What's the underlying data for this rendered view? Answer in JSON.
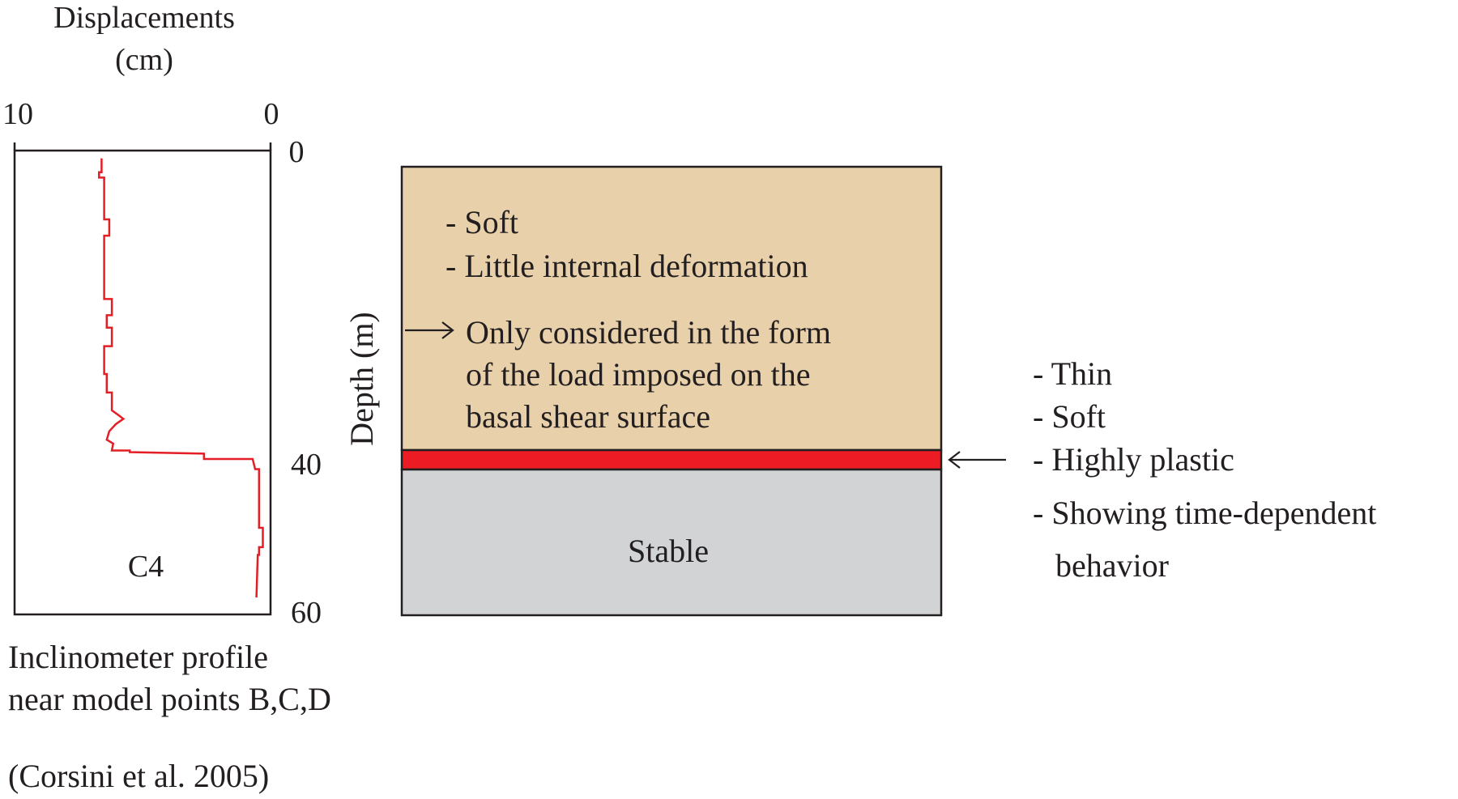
{
  "inclinometer": {
    "axis_title_line1": "Displacements",
    "axis_title_line2": "(cm)",
    "x_tick_left": "10",
    "x_tick_right": "0",
    "y_tick_0": "0",
    "y_tick_40": "40",
    "y_tick_60": "60",
    "y_axis_label": "Depth (m)",
    "borehole_label": "C4",
    "caption_line1": "Inclinometer profile",
    "caption_line2": "near model points B,C,D",
    "source": "(Corsini et al. 2005)",
    "line_color": "#e31e24"
  },
  "chart_data": {
    "type": "line",
    "title": "",
    "xlabel": "Displacements (cm)",
    "ylabel": "Depth (m)",
    "xlim": [
      10,
      0
    ],
    "ylim": [
      0,
      60
    ],
    "series": [
      {
        "name": "C4",
        "points": [
          [
            6.6,
            1.0
          ],
          [
            6.6,
            2.8
          ],
          [
            6.7,
            2.8
          ],
          [
            6.7,
            3.5
          ],
          [
            6.5,
            3.5
          ],
          [
            6.5,
            8.9
          ],
          [
            6.3,
            8.9
          ],
          [
            6.3,
            11.0
          ],
          [
            6.5,
            11.0
          ],
          [
            6.5,
            19.2
          ],
          [
            6.2,
            19.2
          ],
          [
            6.2,
            21.3
          ],
          [
            6.4,
            21.3
          ],
          [
            6.4,
            22.9
          ],
          [
            6.2,
            22.9
          ],
          [
            6.2,
            25.3
          ],
          [
            6.5,
            25.3
          ],
          [
            6.5,
            28.9
          ],
          [
            6.4,
            28.9
          ],
          [
            6.4,
            31.3
          ],
          [
            6.2,
            31.3
          ],
          [
            6.2,
            33.6
          ],
          [
            5.95,
            34.2
          ],
          [
            5.75,
            34.7
          ],
          [
            6.05,
            35.4
          ],
          [
            6.3,
            36.3
          ],
          [
            6.4,
            37.4
          ],
          [
            6.15,
            37.9
          ],
          [
            6.2,
            38.8
          ],
          [
            5.5,
            38.8
          ],
          [
            5.5,
            39.0
          ],
          [
            2.6,
            39.2
          ],
          [
            2.6,
            39.9
          ],
          [
            0.7,
            39.9
          ],
          [
            0.6,
            41.2
          ],
          [
            0.45,
            41.2
          ],
          [
            0.45,
            48.8
          ],
          [
            0.3,
            48.8
          ],
          [
            0.3,
            51.3
          ],
          [
            0.45,
            51.3
          ],
          [
            0.45,
            52.3
          ],
          [
            0.5,
            52.3
          ],
          [
            0.55,
            57.8
          ]
        ]
      }
    ],
    "grid": false
  },
  "schematic": {
    "upper_layer_color": "#e8d1aa",
    "shear_zone_color": "#ed1c24",
    "stable_color": "#d1d3d4",
    "upper_bullet1": "- Soft",
    "upper_bullet2": "- Little internal deformation",
    "upper_arrow_line1": "Only considered in the form",
    "upper_arrow_line2": "of the load imposed on the",
    "upper_arrow_line3": "basal shear surface",
    "stable_label": "Stable",
    "shear_bullet1": "- Thin",
    "shear_bullet2": "- Soft",
    "shear_bullet3": "- Highly plastic",
    "shear_bullet4": "- Showing time-dependent",
    "shear_bullet4_cont": "behavior"
  }
}
